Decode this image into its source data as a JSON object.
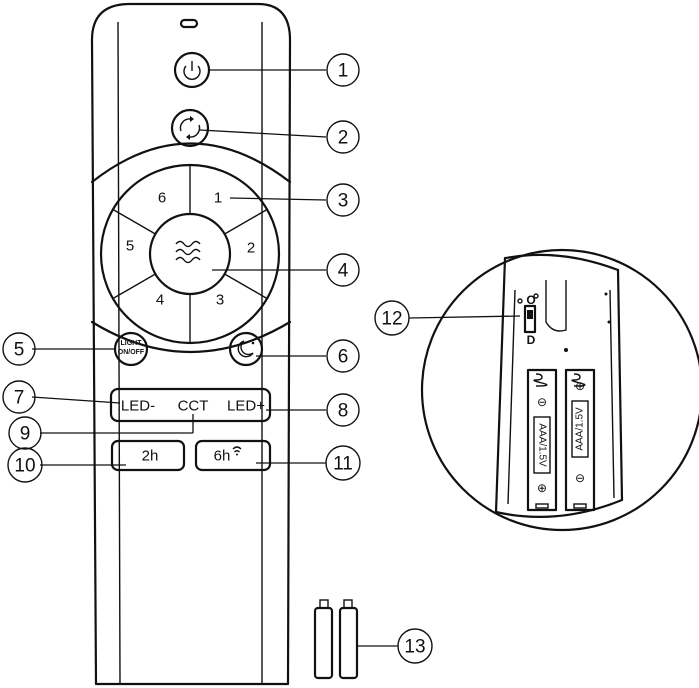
{
  "remote": {
    "dial_numbers": [
      "1",
      "2",
      "3",
      "4",
      "5",
      "6"
    ],
    "light_button_line1": "LIGHT",
    "light_button_line2": "ON/OFF",
    "led_minus": "LED-",
    "cct": "CCT",
    "led_plus": "LED+",
    "timer_2h": "2h",
    "timer_6h": "6h"
  },
  "battery_compartment": {
    "switch_top": "O",
    "switch_bottom": "D",
    "battery_left": "AAA/1.5V",
    "battery_right": "AAA/1.5V",
    "minus_sign": "⊖",
    "plus_sign": "⊕"
  },
  "callouts": [
    "1",
    "2",
    "3",
    "4",
    "5",
    "6",
    "7",
    "8",
    "9",
    "10",
    "11",
    "12",
    "13"
  ],
  "icons": {
    "power": "power-icon",
    "mode_cycle": "cycle-arrows-icon",
    "fan": "wave-icon",
    "night_mode": "moon-icon",
    "wireless": "wifi-icon"
  },
  "colors": {
    "line": "#111111",
    "background": "#ffffff"
  }
}
